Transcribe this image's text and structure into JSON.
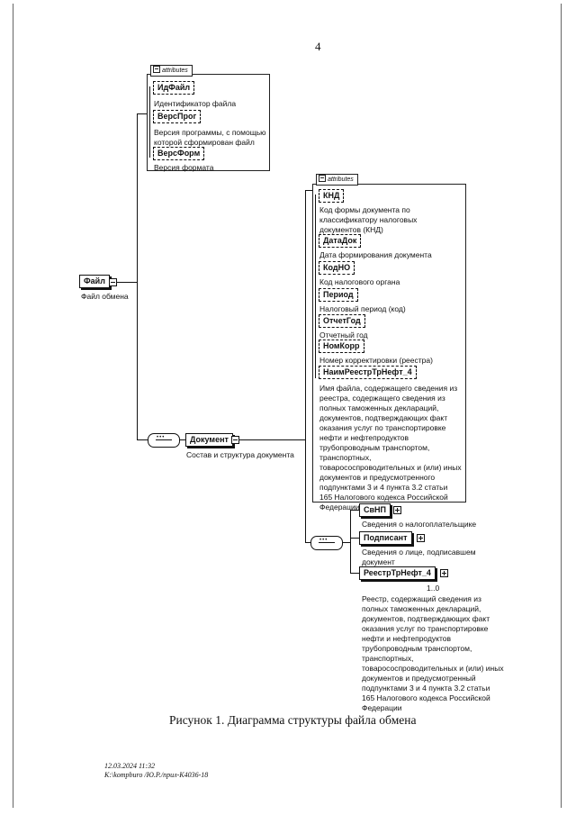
{
  "page_number": "4",
  "root": {
    "name": "Файл",
    "description": "Файл обмена"
  },
  "root_attributes": {
    "tag": "attributes",
    "items": [
      {
        "name": "ИдФайл",
        "description": "Идентификатор файла"
      },
      {
        "name": "ВерсПрог",
        "description": "Версия программы, с помощью\nкоторой сформирован файл"
      },
      {
        "name": "ВерсФорм",
        "description": "Версия формата"
      }
    ]
  },
  "document": {
    "name": "Документ",
    "description": "Состав и структура документа"
  },
  "document_attributes": {
    "tag": "attributes",
    "items": [
      {
        "name": "КНД",
        "description": "Код формы документа по\nклассификатору налоговых\nдокументов (КНД)"
      },
      {
        "name": "ДатаДок",
        "description": "Дата формирования документа"
      },
      {
        "name": "КодНО",
        "description": "Код налогового органа"
      },
      {
        "name": "Период",
        "description": "Налоговый период (код)"
      },
      {
        "name": "ОтчетГод",
        "description": "Отчетный год"
      },
      {
        "name": "НомКорр",
        "description": "Номер корректировки (реестра)"
      },
      {
        "name": "НаимРеестрТрНефт_4",
        "description": "Имя файла, содержащего сведения из\nреестра, содержащего сведения из\nполных таможенных деклараций,\nдокументов, подтверждающих факт\nоказания услуг по транспортировке\nнефти и нефтепродуктов\nтрубопроводным транспортом,\nтранспортных,\nтоварососпроводительных и (или) иных\nдокументов и предусмотренного\nподпунктами 3 и 4 пункта 3.2 статьи\n165 Налогового кодекса Российской\nФедерации"
      }
    ]
  },
  "children": [
    {
      "name": "СвНП",
      "description": "Сведения о налогоплательщике"
    },
    {
      "name": "Подписант",
      "description": "Сведения о лице, подписавшем\nдокумент"
    },
    {
      "name": "РеестрТрНефт_4",
      "cardinality": "1..0",
      "description": "Реестр, содержащий сведения из\nполных таможенных деклараций,\nдокументов, подтверждающих факт\nоказания услуг по транспортировке\nнефти и нефтепродуктов\nтрубопроводным транспортом,\nтранспортных,\nтоварососпроводительных и (или) иных\nдокументов и предусмотренный\nподпунктами 3 и 4 пункта 3.2 статьи\n165 Налогового кодекса Российской\nФедерации"
    }
  ],
  "caption": "Рисунок 1. Диаграмма структуры файла обмена",
  "footer": {
    "timestamp": "12.03.2024 11:32",
    "path": "К:\\kompburo /Ю.Р./прил-К4036-18"
  }
}
